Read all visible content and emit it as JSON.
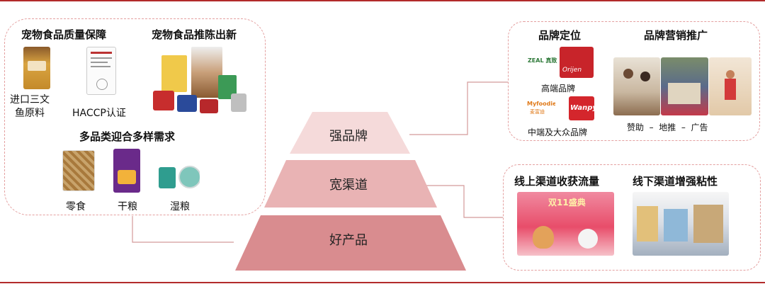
{
  "left_panel": {
    "quality_title": "宠物食品质量保障",
    "innovation_title": "宠物食品推陈出新",
    "import_caption": "进口三文\n鱼原料",
    "haccp_caption": "HACCP认证",
    "variety_title": "多品类迎合多样需求",
    "snack_caption": "零食",
    "dry_caption": "干粮",
    "wet_caption": "湿粮"
  },
  "pyramid": {
    "top": "强品牌",
    "middle": "宽渠道",
    "bottom": "好产品"
  },
  "brand_panel": {
    "positioning_title": "品牌定位",
    "marketing_title": "品牌营销推广",
    "high_end_caption": "高端品牌",
    "mass_caption": "中端及大众品牌",
    "marketing_caption": "赞助  –  地推  –  广告",
    "logo_zeal": "ZEAL 真致",
    "logo_orijen": "Orijen",
    "logo_myfoodie": "Myfoodie",
    "logo_myfoodie_sub": "麦富迪",
    "logo_wanpy": "Wanpy"
  },
  "channel_panel": {
    "online_title": "线上渠道收获流量",
    "offline_title": "线下渠道增强粘性",
    "promo_text": "双11盛典"
  },
  "colors": {
    "rule": "#b22a2a",
    "dashed_border": "#e4a0a0",
    "tier_top": "#f5dada",
    "tier_middle": "#e9b3b4",
    "tier_bottom": "#d98c8f",
    "connector": "#d49a9a"
  }
}
